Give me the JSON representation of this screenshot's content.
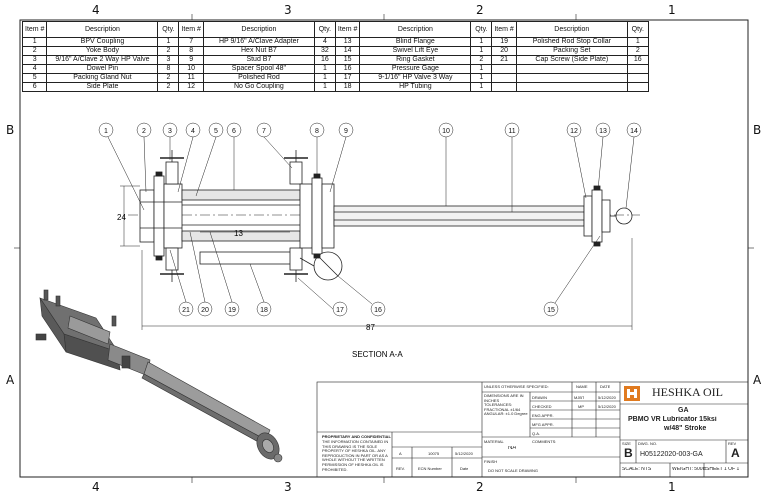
{
  "zones": {
    "columns": [
      "4",
      "3",
      "2",
      "1"
    ],
    "rows": [
      "B",
      "A"
    ]
  },
  "bom": {
    "headers": {
      "item": "Item #",
      "description": "Description",
      "qty": "Qty."
    },
    "groups": [
      [
        {
          "item": "1",
          "description": "BPV Coupling",
          "qty": "1"
        },
        {
          "item": "2",
          "description": "Yoke Body",
          "qty": "2"
        },
        {
          "item": "3",
          "description": "9/16\" A/Clave 2 Way HP Valve",
          "qty": "3"
        },
        {
          "item": "4",
          "description": "Dowel Pin",
          "qty": "8"
        },
        {
          "item": "5",
          "description": "Packing Gland Nut",
          "qty": "2"
        },
        {
          "item": "6",
          "description": "Side Plate",
          "qty": "2"
        }
      ],
      [
        {
          "item": "7",
          "description": "HP 9/16\" A/Clave Adapter",
          "qty": "4"
        },
        {
          "item": "8",
          "description": "Hex Nut B7",
          "qty": "32"
        },
        {
          "item": "9",
          "description": "Stud B7",
          "qty": "16"
        },
        {
          "item": "10",
          "description": "Spacer Spool 48\"",
          "qty": "1"
        },
        {
          "item": "11",
          "description": "Polished Rod",
          "qty": "1"
        },
        {
          "item": "12",
          "description": "No Go Coupling",
          "qty": "1"
        }
      ],
      [
        {
          "item": "13",
          "description": "Blind Flange",
          "qty": "1"
        },
        {
          "item": "14",
          "description": "Swivel Lift Eye",
          "qty": "1"
        },
        {
          "item": "15",
          "description": "Ring Gasket",
          "qty": "2"
        },
        {
          "item": "16",
          "description": "Pressure Gage",
          "qty": "1"
        },
        {
          "item": "17",
          "description": "9-1/16\" HP Valve 3 Way",
          "qty": "1"
        },
        {
          "item": "18",
          "description": "HP Tubing",
          "qty": "1"
        }
      ],
      [
        {
          "item": "19",
          "description": "Polished Rod Stop Collar",
          "qty": "1"
        },
        {
          "item": "20",
          "description": "Packing Set",
          "qty": "2"
        },
        {
          "item": "21",
          "description": "Cap Screw (Side Plate)",
          "qty": "16"
        },
        {
          "item": "",
          "description": "",
          "qty": ""
        },
        {
          "item": "",
          "description": "",
          "qty": ""
        },
        {
          "item": "",
          "description": "",
          "qty": ""
        }
      ]
    ]
  },
  "balloons_top": [
    "1",
    "2",
    "3",
    "4",
    "5",
    "6",
    "7",
    "8",
    "9",
    "10",
    "11",
    "12",
    "13",
    "14"
  ],
  "balloons_bottom": [
    "21",
    "20",
    "19",
    "18",
    "17",
    "16",
    "15"
  ],
  "dimensions": {
    "height": "24",
    "inner": "13",
    "overall": "87"
  },
  "section_label": "SECTION A-A",
  "title_block": {
    "company": "HESHKA OIL",
    "title_line1": "GA",
    "title_line2": "PBMO VR Lubricator 15ksi",
    "title_line3": "w/48\" Stroke",
    "size_label": "SIZE",
    "size": "B",
    "dwg_no_label": "DWG. NO.",
    "dwg_no": "H05122020-003-GA",
    "rev_label": "REV",
    "rev": "A",
    "scale": "SCALE: NTS",
    "weight": "WEIGHT: 500lb",
    "sheet": "SHEET 1 OF 1",
    "unless": "UNLESS OTHERWISE SPECIFIED:",
    "name_label": "NAME",
    "date_label": "DATE",
    "drawn": "DRAWN",
    "drawn_name": "MJBT",
    "drawn_date": "5/12/2020",
    "checked": "CHECKED",
    "checked_name": "MP",
    "checked_date": "5/12/2020",
    "eng_appr": "ENG APPR.",
    "mfg_appr": "MFG APPR.",
    "qa": "Q.A.",
    "comments": "COMMENTS:",
    "material": "MATERIAL",
    "material_value": "NA",
    "finish": "FINISH",
    "do_not_scale": "DO NOT SCALE DRAWING",
    "dims_note": "DIMENSIONS ARE IN INCHES TOLERANCES: FRACTIONAL ±1/64 ANGULAR: ±1.0 Degree",
    "proprietary_title": "PROPRIETARY AND CONFIDENTIAL",
    "proprietary_text": "THE INFORMATION CONTAINED IN THIS DRAWING IS THE SOLE PROPERTY OF HESHKA OIL. ANY REPRODUCTION IN PART OR AS A WHOLE WITHOUT THE WRITTEN PERMISSION OF HESHKA OIL IS PROHIBITED.",
    "revision": {
      "rev": "A",
      "ecn": "10075",
      "date": "5/12/2020"
    },
    "rev_header": {
      "rev": "REV.",
      "ecn": "ECN Number",
      "date": "Date"
    }
  }
}
